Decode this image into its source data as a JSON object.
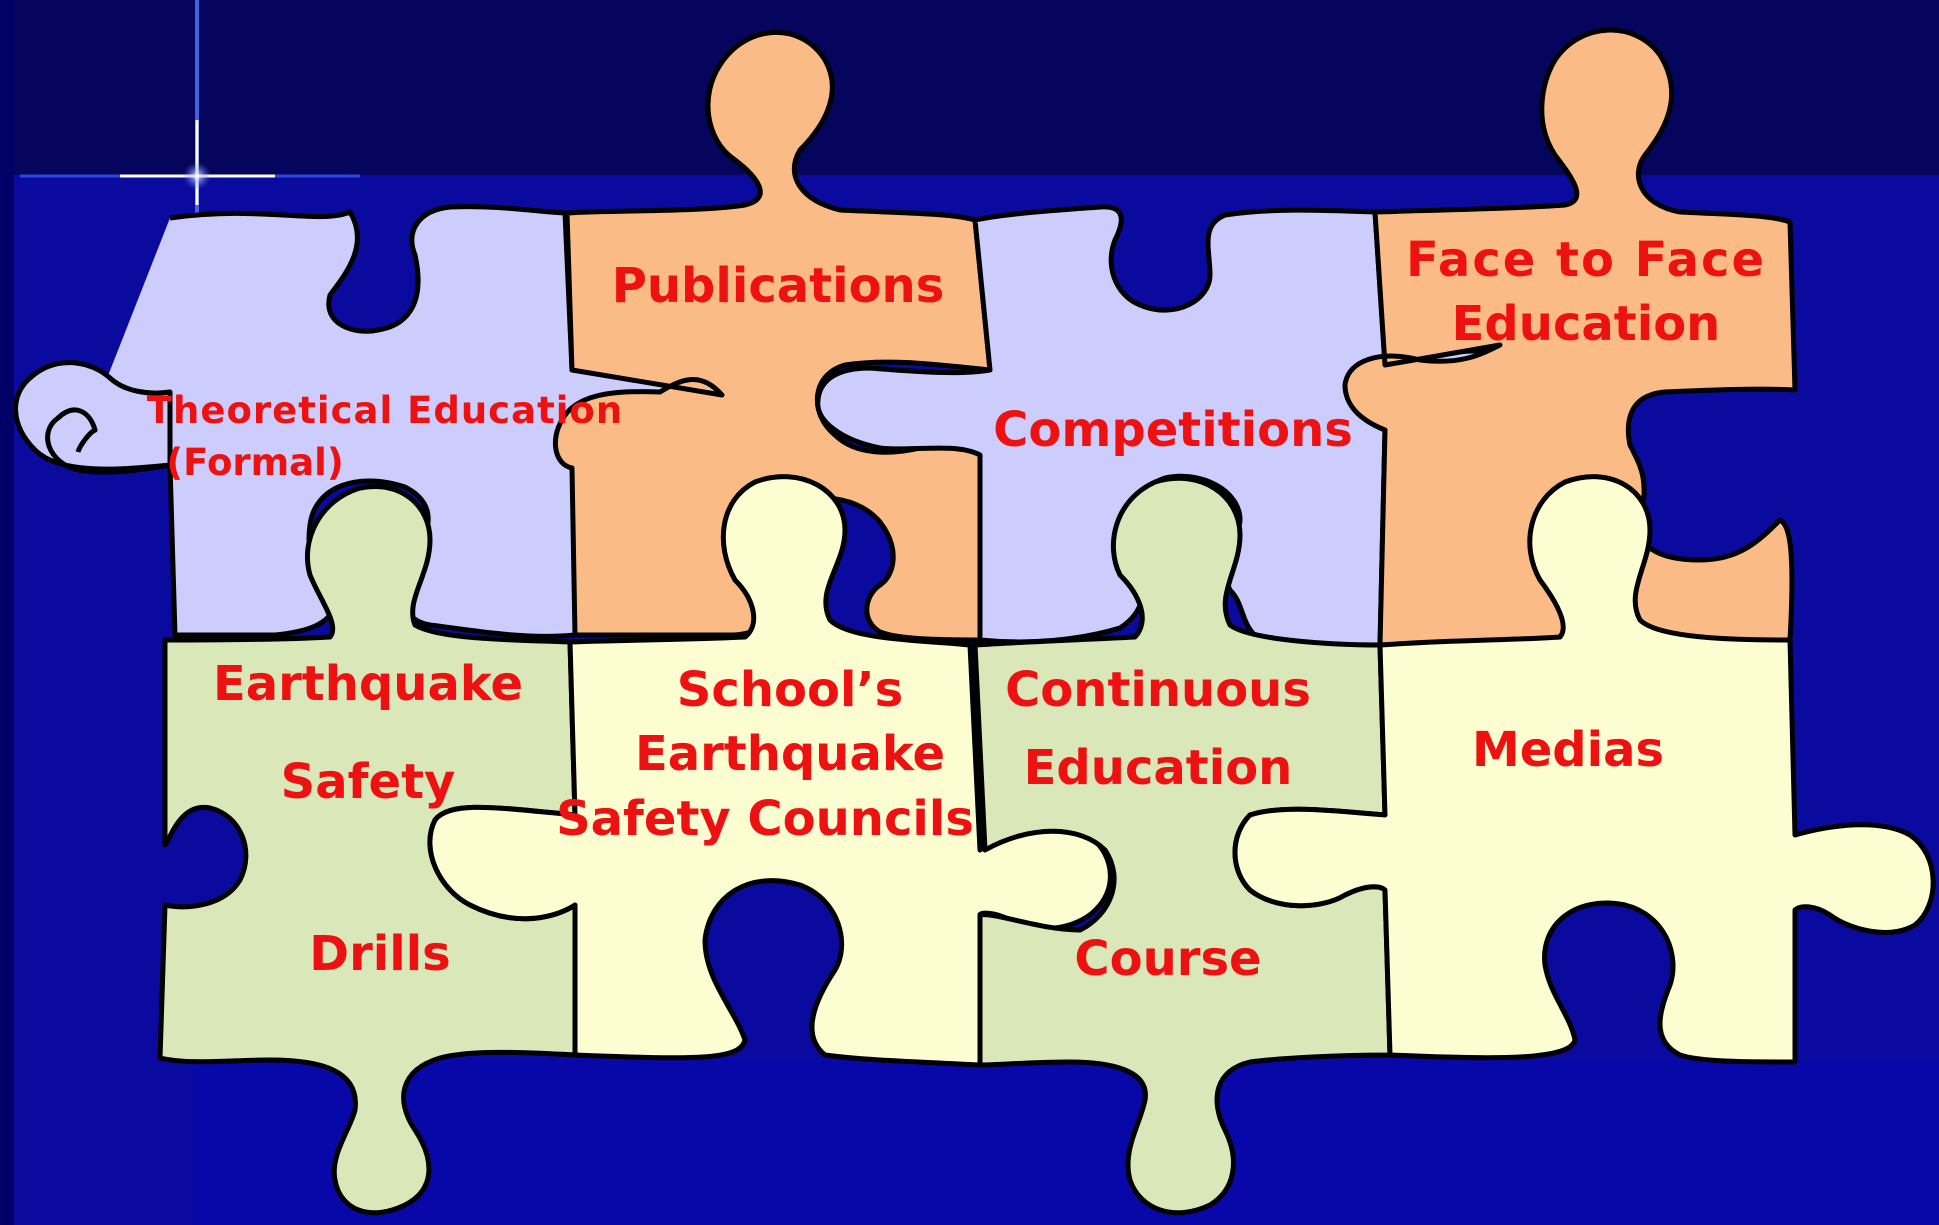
{
  "colors": {
    "background_dark": "#05055e",
    "background_blue": "#0a0a9e",
    "label_red": "#ee1111",
    "piece_lavender": "#cccdfd",
    "piece_orange": "#fbbb87",
    "piece_green": "#d9e7b9",
    "piece_cream": "#fcfdd0",
    "outline": "#000000"
  },
  "pieces": [
    {
      "id": "theoretical",
      "color": "piece_lavender",
      "lines": [
        "Theoretical Education",
        "(Formal)"
      ]
    },
    {
      "id": "publications",
      "color": "piece_orange",
      "lines": [
        "Publications"
      ]
    },
    {
      "id": "competitions",
      "color": "piece_lavender",
      "lines": [
        "Competitions"
      ]
    },
    {
      "id": "face-to-face",
      "color": "piece_orange",
      "lines": [
        "Face to Face",
        "Education"
      ]
    },
    {
      "id": "earthquake-drills",
      "color": "piece_green",
      "lines": [
        "Earthquake",
        "Safety",
        "Drills"
      ]
    },
    {
      "id": "school-councils",
      "color": "piece_cream",
      "lines": [
        "School’s",
        "Earthquake",
        "Safety Councils"
      ]
    },
    {
      "id": "continuous-education",
      "color": "piece_green",
      "lines": [
        "Continuous",
        "Education",
        "Course"
      ]
    },
    {
      "id": "medias",
      "color": "piece_cream",
      "lines": [
        "Medias"
      ]
    }
  ]
}
